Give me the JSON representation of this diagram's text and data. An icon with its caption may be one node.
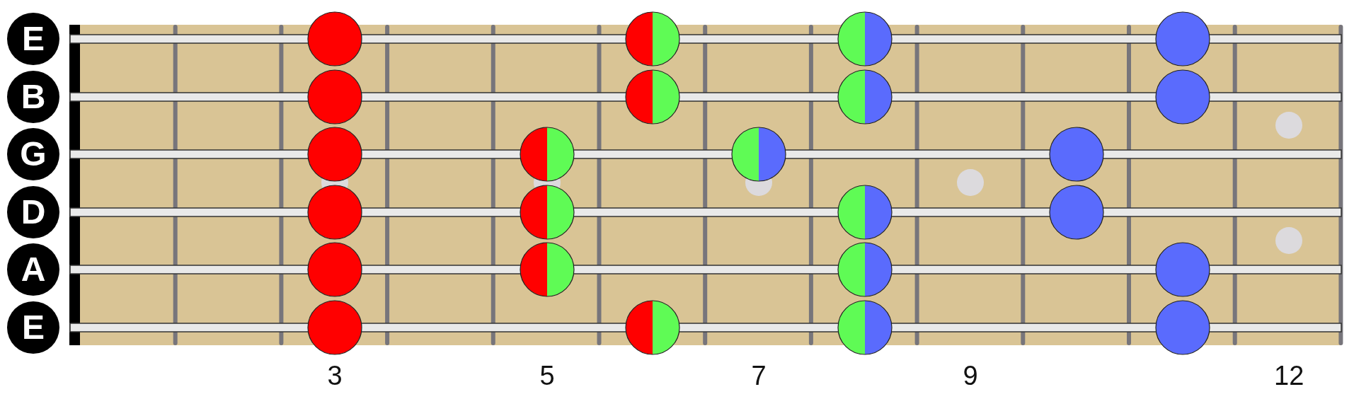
{
  "diagram": {
    "nodes": [
      {
        "text": [
          "E"
        ]
      },
      {
        "text": [],
        "shape": "circle"
      },
      {
        "text": [],
        "shape": "circle"
      },
      {
        "text": [],
        "shape": "circle"
      },
      {
        "text": [],
        "shape": "circle"
      },
      {
        "text": [
          "B"
        ]
      },
      {
        "text": [],
        "shape": "circle"
      },
      {
        "text": [],
        "shape": "circle"
      },
      {
        "text": [],
        "shape": "circle"
      },
      {
        "text": [],
        "shape": "circle"
      },
      {
        "text": [
          "G"
        ]
      },
      {
        "text": [],
        "shape": "circle"
      },
      {
        "text": [],
        "shape": "circle"
      },
      {
        "text": [],
        "shape": "circle"
      },
      {
        "text": [],
        "shape": "circle"
      },
      {
        "text": [
          "D"
        ]
      },
      {
        "text": [],
        "shape": "circle"
      },
      {
        "text": [],
        "shape": "circle"
      },
      {
        "text": [],
        "shape": "circle"
      },
      {
        "text": [],
        "shape": "circle"
      },
      {
        "text": [
          "A"
        ]
      },
      {
        "text": [],
        "shape": "circle"
      },
      {
        "text": [],
        "shape": "circle"
      },
      {
        "text": [],
        "shape": "circle"
      },
      {
        "text": [],
        "shape": "circle"
      },
      {
        "text": [
          "E"
        ]
      },
      {
        "text": [],
        "shape": "circle"
      },
      {
        "text": [],
        "shape": "circle"
      },
      {
        "text": [],
        "shape": "circle"
      },
      {
        "text": [],
        "shape": "circle"
      }
    ],
    "labels": [
      "3",
      "5",
      "7",
      "9",
      "12"
    ]
  }
}
